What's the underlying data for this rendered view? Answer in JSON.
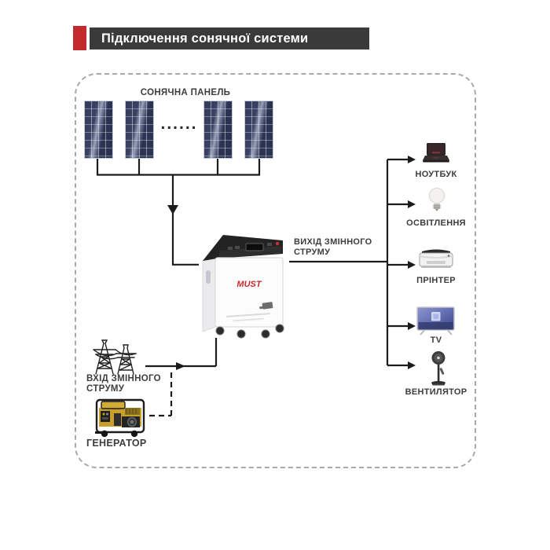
{
  "header": {
    "title": "Підключення сонячної системи",
    "accent_color": "#c4292b",
    "bar_color": "#3a3a3a"
  },
  "diagram": {
    "solar_panel_label": "СОНЯЧНА ПАНЕЛЬ",
    "panels_dots": "......",
    "panel_count_visible": 4,
    "output_label": {
      "line1": "ВИХІД ЗМІННОГО",
      "line2": "СТРУМУ"
    },
    "input_label": {
      "line1": "ВХІД ЗМІННОГО",
      "line2": "СТРУМУ"
    },
    "generator_label": "ГЕНЕРАТОР",
    "inverter_brand": "MUST",
    "devices": [
      {
        "label": "НОУТБУК",
        "icon": "laptop-icon"
      },
      {
        "label": "ОСВІТЛЕННЯ",
        "icon": "light-bulb-icon"
      },
      {
        "label": "ПРІНТЕР",
        "icon": "printer-icon"
      },
      {
        "label": "TV",
        "icon": "tv-icon"
      },
      {
        "label": "ВЕНТИЛЯТОР",
        "icon": "fan-icon"
      }
    ],
    "sources": [
      {
        "label": "ВХІД ЗМІННОГО СТРУМУ",
        "icon": "power-grid-icon"
      },
      {
        "label": "ГЕНЕРАТОР",
        "icon": "generator-icon"
      }
    ],
    "colors": {
      "wire": "#1c1c1c",
      "label_text": "#3d3d3d",
      "panel_blue": "#2e3757",
      "generator_yellow": "#c79f2a",
      "brand_red": "#c4292b",
      "frame_dash": "#a9a9a9"
    }
  }
}
